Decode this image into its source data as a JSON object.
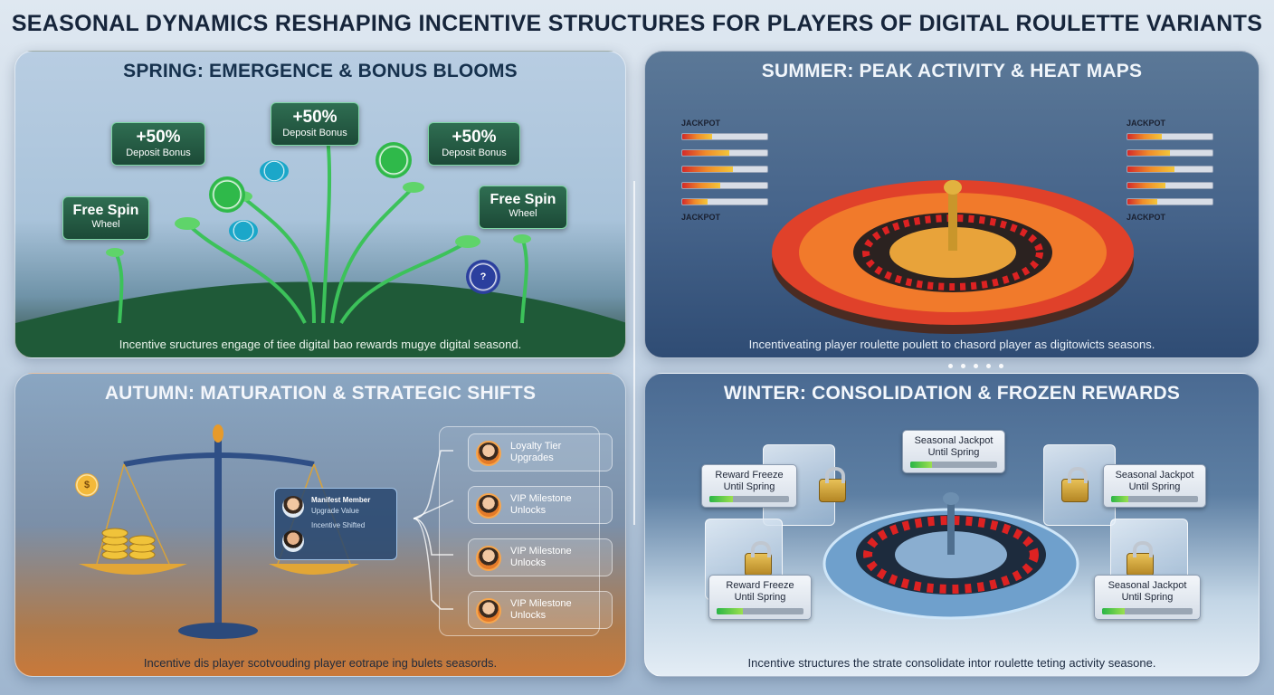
{
  "title": "SEASONAL DYNAMICS RESHAPING INCENTIVE STRUCTURES FOR PLAYERS OF DIGITAL ROULETTE VARIANTS",
  "spring": {
    "title": "SPRING: EMERGENCE & BONUS BLOOMS",
    "badges": [
      {
        "big": "+50%",
        "small": "Deposit Bonus"
      },
      {
        "big": "+50%",
        "small": "Deposit Bonus"
      },
      {
        "big": "+50%",
        "small": "Deposit Bonus"
      },
      {
        "big": "Free Spin",
        "small": "Wheel"
      },
      {
        "big": "Free Spin",
        "small": "Wheel"
      }
    ],
    "caption": "Incentive sructures engage of tiee digital bao rewards mugye digital seasond."
  },
  "summer": {
    "title": "SUMMER: PEAK ACTIVITY & HEAT MAPS",
    "jackpot_label": "JACKPOT",
    "left_levels": [
      0.35,
      0.55,
      0.6,
      0.45,
      0.3
    ],
    "right_levels": [
      0.4,
      0.5,
      0.55,
      0.45,
      0.35
    ],
    "caption": "Incentiveating player roulette poulett to chasord player as digitowicts seasons."
  },
  "autumn": {
    "title": "AUTUMN: MATURATION & STRATEGIC SHIFTS",
    "card_lines": [
      "Manifest Member",
      "Upgrade Value",
      "Incentive Shifted"
    ],
    "rewards": [
      {
        "line1": "Loyalty Tier",
        "line2": "Upgrades"
      },
      {
        "line1": "VIP Milestone",
        "line2": "Unlocks"
      },
      {
        "line1": "VIP Milestone",
        "line2": "Unlocks"
      },
      {
        "line1": "VIP Milestone",
        "line2": "Unlocks"
      }
    ],
    "caption": "Incentive dis player scotvouding player eotrape ing bulets seasords."
  },
  "winter": {
    "title": "WINTER: CONSOLIDATION & FROZEN REWARDS",
    "tags": [
      {
        "line1": "Seasonal Jackpot",
        "line2": "Until Spring",
        "level": 0.25
      },
      {
        "line1": "Reward Freeze",
        "line2": "Until Spring",
        "level": 0.3
      },
      {
        "line1": "Seasonal Jackpot",
        "line2": "Until Spring",
        "level": 0.2
      },
      {
        "line1": "Reward Freeze",
        "line2": "Until Spring",
        "level": 0.3
      },
      {
        "line1": "Seasonal Jackpot",
        "line2": "Until Spring",
        "level": 0.25
      }
    ],
    "caption": "Incentive structures the strate consolidate intor roulette teting activity seasone."
  }
}
